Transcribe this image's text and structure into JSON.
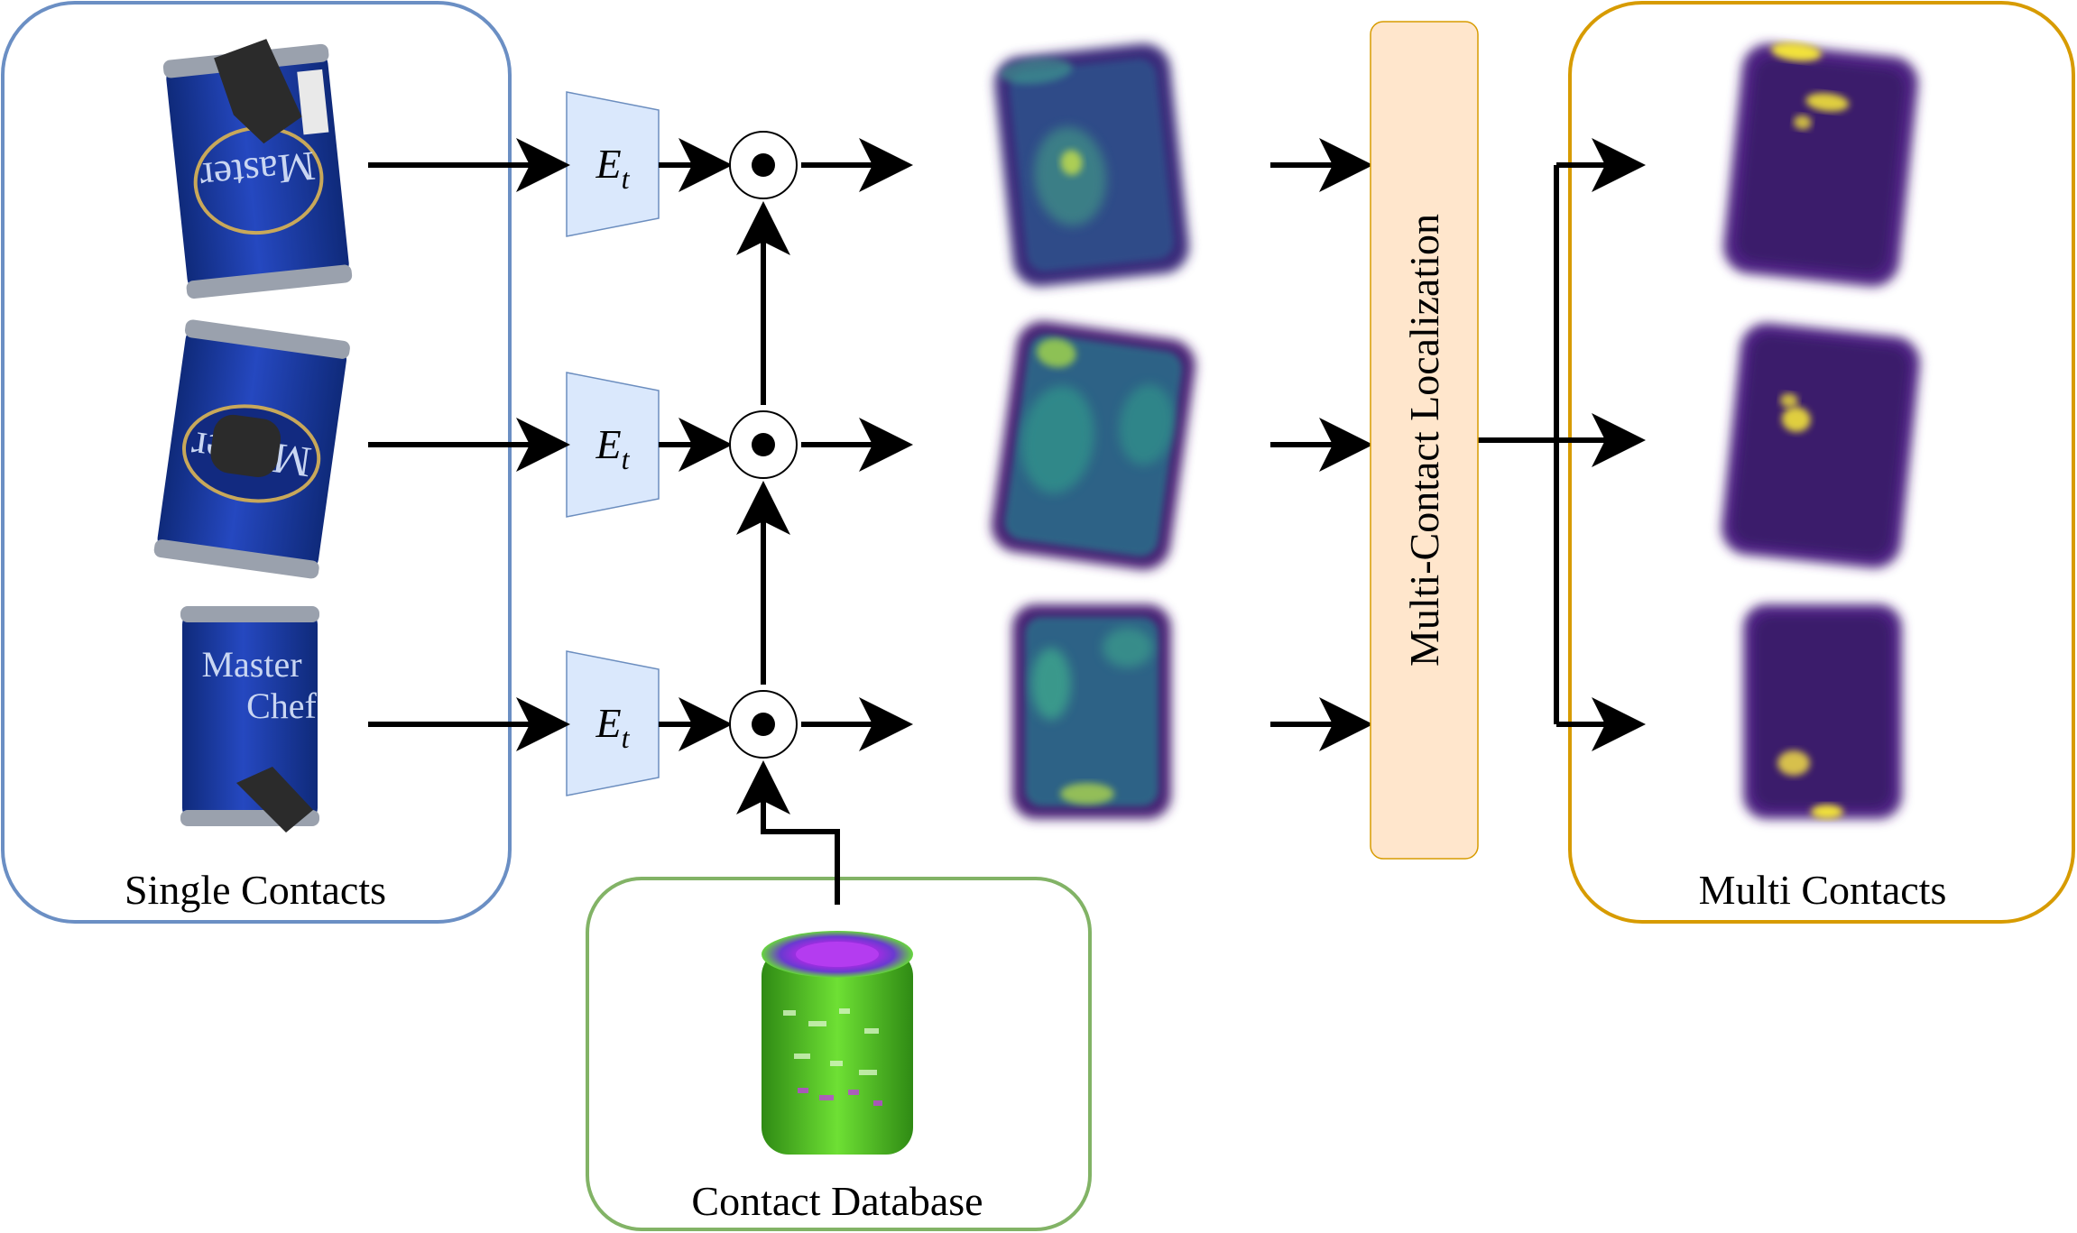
{
  "groups": {
    "single_contacts": "Single Contacts",
    "contact_database": "Contact Database",
    "multi_contacts": "Multi Contacts"
  },
  "encoder": {
    "symbol": "E",
    "subscript": "t"
  },
  "localization": "Multi-Contact Localization",
  "can_label": {
    "brand_top": "Master",
    "brand_bottom": "Chef"
  },
  "colors": {
    "single_border": "#6b8fc4",
    "database_border": "#82b366",
    "multi_border": "#d79b00",
    "encoder_fill": "#dae8fc",
    "encoder_stroke": "#6c8ebf",
    "localization_fill": "#ffe6cc",
    "localization_stroke": "#d79b00",
    "can_blue": "#1b3a9e",
    "heatmap_purple": "#3f1a6b",
    "heatmap_teal": "#2f8f8a",
    "heatmap_yellow": "#f2e23a",
    "voxel_green": "#58c82a",
    "voxel_magenta": "#c43ae8"
  },
  "icons": [
    "product-operator-icon",
    "arrow-right-icon",
    "arrow-up-icon"
  ]
}
